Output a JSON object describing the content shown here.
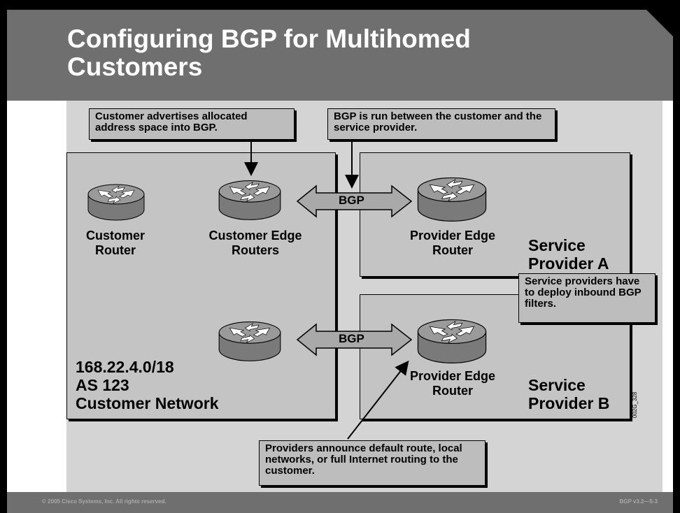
{
  "title": "Configuring BGP for Multihomed Customers",
  "callouts": {
    "customer_advertises": "Customer advertises allocated address space into BGP.",
    "bgp_run_between": "BGP is run between the customer and the service provider.",
    "filters": "Service providers have to deploy inbound BGP filters.",
    "providers_announce": "Providers announce default route, local networks, or full Internet routing to the customer."
  },
  "customer": {
    "router_label": "Customer Router",
    "edge_label": "Customer Edge Routers",
    "prefix": "168.22.4.0/18",
    "as": "AS 123",
    "network_label": "Customer Network"
  },
  "provider_a": {
    "edge_label": "Provider Edge Router",
    "name": "Service Provider A"
  },
  "provider_b": {
    "edge_label": "Provider Edge Router",
    "name": "Service Provider B"
  },
  "links": {
    "top": "BGP",
    "bottom": "BGP"
  },
  "figure_id": "002G_328",
  "footer": {
    "copyright": "© 2005 Cisco Systems, Inc. All rights reserved.",
    "course": "BGP v3.2—5-3"
  },
  "colors": {
    "header": "#6f6f6f",
    "content": "#d4d4d4",
    "panel": "#c4c4c4"
  },
  "icons": [
    "router-icon"
  ]
}
